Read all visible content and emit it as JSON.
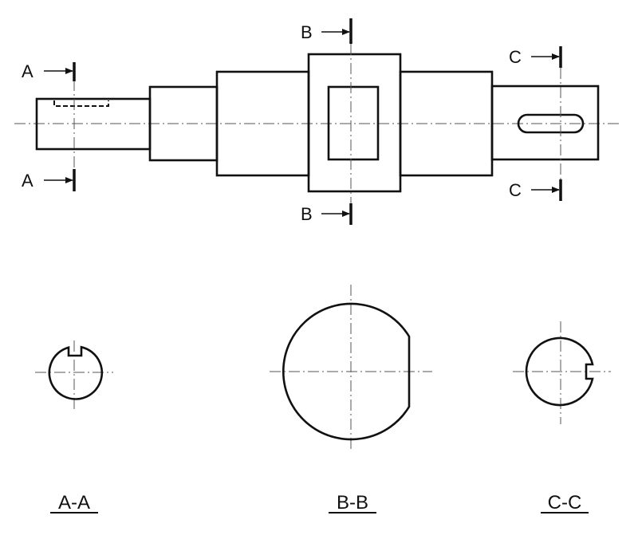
{
  "drawing": {
    "cut_labels": {
      "a": "A",
      "b": "B",
      "c": "C"
    },
    "section_titles": [
      "A-A",
      "B-B",
      "C-C"
    ]
  }
}
